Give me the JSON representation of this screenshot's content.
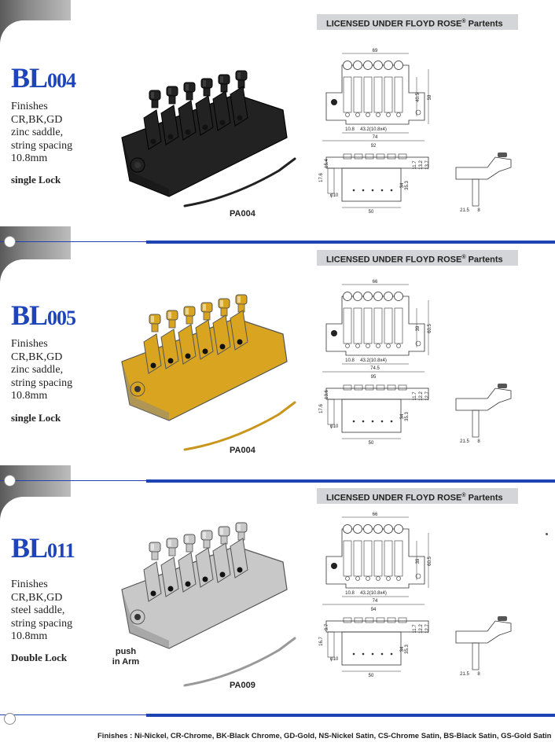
{
  "banner_text": "LICENSED UNDER FLOYD ROSE",
  "banner_reg": "®",
  "banner_suffix": " Partents",
  "products": [
    {
      "model_prefix": "BL",
      "model_number": "004",
      "description": [
        "Finishes",
        "CR,BK,GD",
        "zinc saddle,",
        "string spacing",
        "10.8mm"
      ],
      "lock": "single Lock",
      "arm": "PA004",
      "finish_color": "#222222",
      "dims": {
        "width_top": "69",
        "height_inner": "40.5",
        "height_outer": "59",
        "spacing": "10.8",
        "span": "43.2(10.8x4)",
        "mid": "74",
        "bottom": "92",
        "side_a": "17.6",
        "side_b": "15.4",
        "side_c": "11.7",
        "side_d": "13.2",
        "side_e": "13.7",
        "depth_a": "34",
        "depth_b": "35.3",
        "base": "50",
        "stud": "φ10",
        "right_a": "21.5",
        "right_b": "8"
      }
    },
    {
      "model_prefix": "BL",
      "model_number": "005",
      "description": [
        "Finishes",
        "CR,BK,GD",
        "zinc saddle,",
        "string spacing",
        "10.8mm"
      ],
      "lock": "single Lock",
      "arm": "PA004",
      "finish_color": "#d9a520",
      "dims": {
        "width_top": "66",
        "height_inner": "39",
        "height_outer": "60.5",
        "spacing": "10.8",
        "span": "43.2(10.8x4)",
        "mid": "74.5",
        "bottom": "95",
        "side_a": "17.6",
        "side_b": "13.6",
        "side_c": "11.7",
        "side_d": "12.2",
        "side_e": "12.7",
        "depth_a": "34",
        "depth_b": "35.3",
        "base": "50",
        "stud": "φ10",
        "right_a": "21.5",
        "right_b": "8"
      }
    },
    {
      "model_prefix": "BL",
      "model_number": "011",
      "description": [
        "Finishes",
        "CR,BK,GD",
        "steel saddle,",
        "string spacing",
        "10.8mm"
      ],
      "lock": "Double Lock",
      "arm": "PA009",
      "push_label": [
        "push",
        "in Arm"
      ],
      "finish_color": "#c8c8c8",
      "dims": {
        "width_top": "66",
        "height_inner": "39",
        "height_outer": "60.5",
        "spacing": "10.8",
        "span": "43.2(10.8x4)",
        "mid": "74",
        "bottom": "94",
        "side_a": "16.7",
        "side_b": "9.7",
        "side_c": "11.7",
        "side_d": "12.2",
        "side_e": "12.7",
        "depth_a": "34",
        "depth_b": "35.3",
        "base": "50",
        "stud": "φ10",
        "right_a": "21.5",
        "right_b": "8"
      }
    }
  ],
  "finishes_legend": "Finishes : Ni-Nickel, CR-Chrome, BK-Black Chrome, GD-Gold, NS-Nickel Satin, CS-Chrome Satin, BS-Black Satin, GS-Gold Satin",
  "colors": {
    "brand_blue": "#1d45b9",
    "rule_blue": "#1f43b5",
    "banner_gray": "#d3d5d8"
  }
}
